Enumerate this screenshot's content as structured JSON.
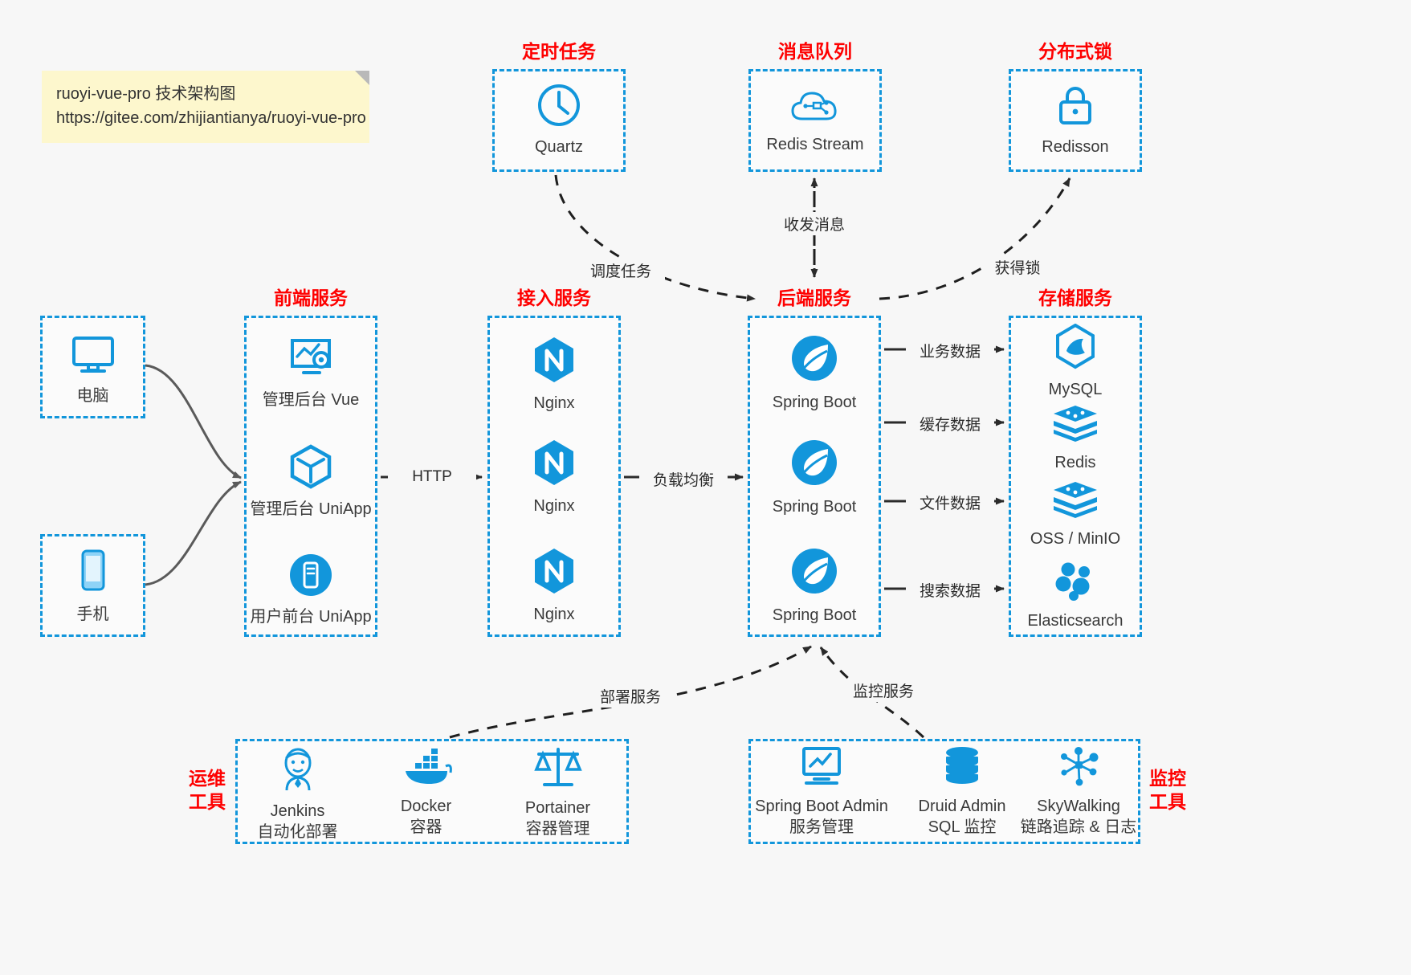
{
  "note": {
    "line1": "ruoyi-vue-pro 技术架构图",
    "line2": "https://gitee.com/zhijiantianya/ruoyi-vue-pro"
  },
  "colors": {
    "accent": "#1296db",
    "title_red": "#fe0000",
    "background": "#f7f7f7",
    "text": "#3a3a3a",
    "edge": "#2b2b2b"
  },
  "groups": {
    "scheduled_task": {
      "title": "定时任务",
      "items": [
        {
          "label": "Quartz",
          "icon": "clock-icon"
        }
      ]
    },
    "message_queue": {
      "title": "消息队列",
      "items": [
        {
          "label": "Redis Stream",
          "icon": "cloud-stream-icon"
        }
      ]
    },
    "distributed_lock": {
      "title": "分布式锁",
      "items": [
        {
          "label": "Redisson",
          "icon": "lock-icon"
        }
      ]
    },
    "clients": {
      "items": [
        {
          "label": "电脑",
          "icon": "desktop-monitor-icon"
        },
        {
          "label": "手机",
          "icon": "mobile-phone-icon"
        }
      ]
    },
    "frontend": {
      "title": "前端服务",
      "items": [
        {
          "label": "管理后台 Vue",
          "icon": "dashboard-gear-icon"
        },
        {
          "label": "管理后台 UniApp",
          "icon": "cube-icon"
        },
        {
          "label": "用户前台 UniApp",
          "icon": "mobile-app-icon"
        }
      ]
    },
    "gateway": {
      "title": "接入服务",
      "items": [
        {
          "label": "Nginx",
          "icon": "nginx-icon"
        },
        {
          "label": "Nginx",
          "icon": "nginx-icon"
        },
        {
          "label": "Nginx",
          "icon": "nginx-icon"
        }
      ]
    },
    "backend": {
      "title": "后端服务",
      "items": [
        {
          "label": "Spring Boot",
          "icon": "spring-boot-icon"
        },
        {
          "label": "Spring Boot",
          "icon": "spring-boot-icon"
        },
        {
          "label": "Spring Boot",
          "icon": "spring-boot-icon"
        }
      ]
    },
    "storage": {
      "title": "存储服务",
      "items": [
        {
          "label": "MySQL",
          "icon": "mysql-dolphin-icon"
        },
        {
          "label": "Redis",
          "icon": "redis-stack-icon"
        },
        {
          "label": "OSS / MinIO",
          "icon": "object-storage-icon"
        },
        {
          "label": "Elasticsearch",
          "icon": "elasticsearch-icon"
        }
      ]
    },
    "devops": {
      "title_line1": "运维",
      "title_line2": "工具",
      "items": [
        {
          "label": "Jenkins",
          "sub": "自动化部署",
          "icon": "jenkins-butler-icon"
        },
        {
          "label": "Docker",
          "sub": "容器",
          "icon": "docker-whale-icon"
        },
        {
          "label": "Portainer",
          "sub": "容器管理",
          "icon": "scales-icon"
        }
      ]
    },
    "monitoring": {
      "title_line1": "监控",
      "title_line2": "工具",
      "items": [
        {
          "label": "Spring Boot Admin",
          "sub": "服务管理",
          "icon": "monitor-chart-icon"
        },
        {
          "label": "Druid Admin",
          "sub": "SQL 监控",
          "icon": "database-icon"
        },
        {
          "label": "SkyWalking",
          "sub": "链路追踪 & 日志",
          "icon": "network-nodes-icon"
        }
      ]
    }
  },
  "edges": {
    "schedule_task": "调度任务",
    "send_receive_message": "收发消息",
    "acquire_lock": "获得锁",
    "http": "HTTP",
    "load_balance": "负载均衡",
    "business_data": "业务数据",
    "cache_data": "缓存数据",
    "file_data": "文件数据",
    "search_data": "搜索数据",
    "deploy_service": "部署服务",
    "monitor_service": "监控服务"
  }
}
